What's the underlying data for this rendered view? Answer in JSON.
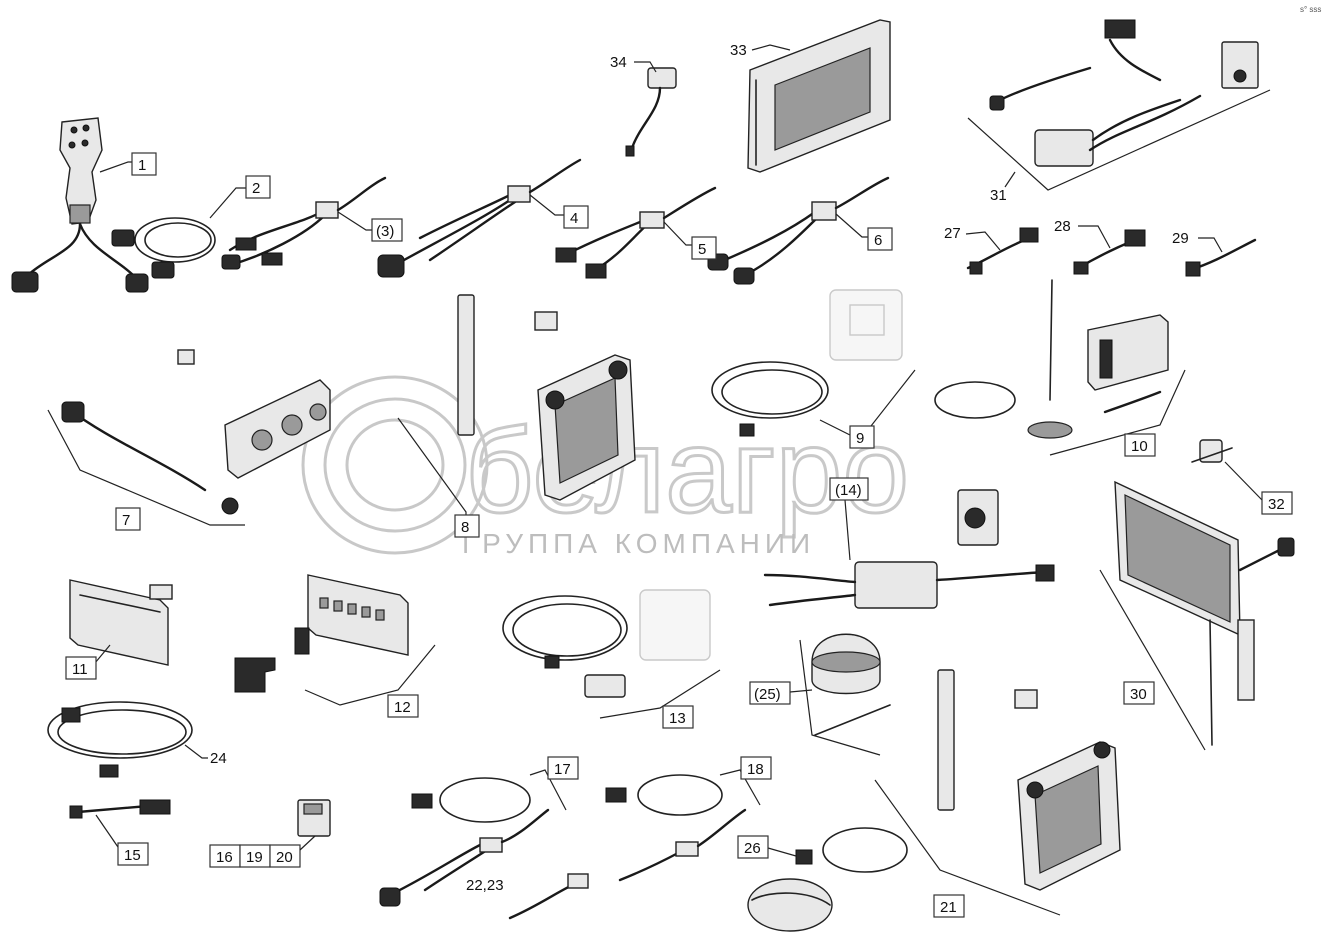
{
  "corner_mark": "s° sss",
  "watermark": {
    "brand": "белагро",
    "tagline": "ГРУППА КОМПАНИИ"
  },
  "callouts": {
    "c1": "1",
    "c2": "2",
    "c3": "(3)",
    "c4": "4",
    "c5": "5",
    "c6": "6",
    "c7": "7",
    "c8": "8",
    "c9": "9",
    "c10": "10",
    "c11": "11",
    "c12": "12",
    "c13": "13",
    "c14": "(14)",
    "c15": "15",
    "c16": "16",
    "c17": "17",
    "c18": "18",
    "c19": "19",
    "c20": "20",
    "c21": "21",
    "c22_23": "22,23",
    "c24": "24",
    "c25": "(25)",
    "c26": "26",
    "c27": "27",
    "c28": "28",
    "c29": "29",
    "c30": "30",
    "c31": "31",
    "c32": "32",
    "c33": "33",
    "c34": "34"
  }
}
